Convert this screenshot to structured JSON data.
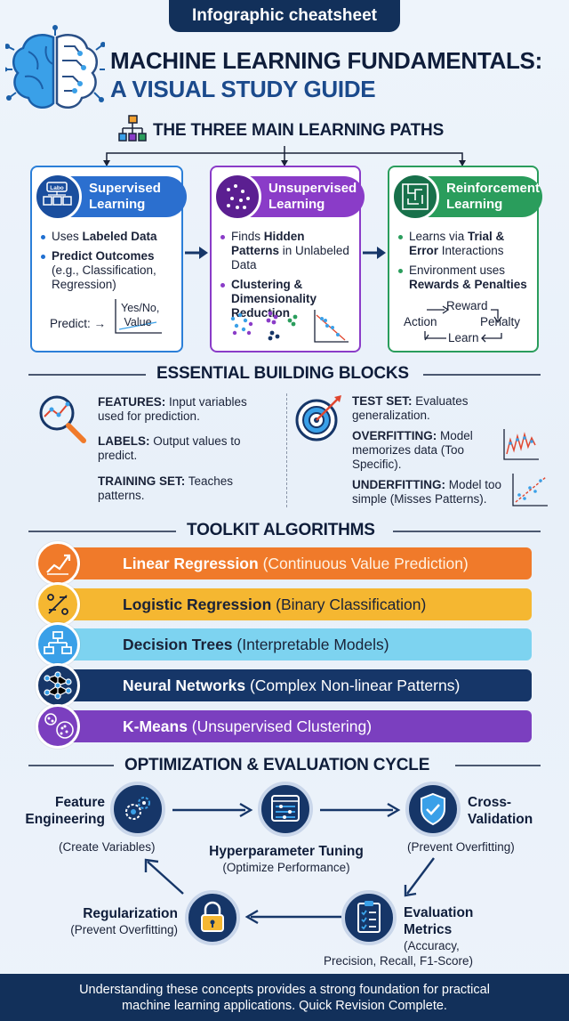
{
  "top_tag": "Infographic cheatsheet",
  "title": {
    "line1": "MACHINE LEARNING FUNDAMENTALS:",
    "line2": "A VISUAL STUDY GUIDE"
  },
  "paths": {
    "heading": "THE THREE MAIN LEARNING PATHS",
    "supervised": {
      "title_l1": "Supervised",
      "title_l2": "Learning",
      "icon_label": "Labo",
      "b1_pre": "Uses ",
      "b1_bold": "Labeled Data",
      "b2_bold": "Predict Outcomes",
      "b2_rest": "(e.g., Classification, Regression)",
      "predict_label": "Predict:",
      "arrow": "→",
      "yes_no": "Yes/No,",
      "value": "Value"
    },
    "unsupervised": {
      "title_l1": "Unsupervised",
      "title_l2": "Learning",
      "b1_pre": "Finds ",
      "b1_bold": "Hidden Patterns",
      "b1_rest": " in Unlabeled Data",
      "b2_bold": "Clustering & Dimensionality Reduction"
    },
    "reinforcement": {
      "title_l1": "Reinforcement",
      "title_l2": "Learning",
      "b1_pre": "Learns via ",
      "b1_bold": "Trial & Error",
      "b1_rest": " Interactions",
      "b2_pre": "Environment uses ",
      "b2_bold": "Rewards & Penalties",
      "reward": "Reward",
      "action": "Action",
      "penalty": "Penalty",
      "learn": "Learn"
    }
  },
  "blocks": {
    "heading": "ESSENTIAL BUILDING BLOCKS",
    "features_k": "FEATURES:",
    "features_v": " Input variables used for prediction.",
    "labels_k": "LABELS:",
    "labels_v": " Output values to predict.",
    "training_k": "TRAINING SET:",
    "training_v": " Teaches patterns.",
    "test_k": "TEST SET:",
    "test_v": " Evaluates generalization.",
    "over_k": "OVERFITTING:",
    "over_v": " Model memorizes data (Too Specific).",
    "under_k": "UNDERFITTING:",
    "under_v": " Model too simple (Misses Patterns)."
  },
  "toolkit": {
    "heading": "TOOLKIT ALGORITHMS",
    "items": [
      {
        "name": "Linear Regression",
        "desc": " (Continuous Value Prediction)"
      },
      {
        "name": "Logistic Regression",
        "desc": " (Binary Classification)"
      },
      {
        "name": "Decision Trees",
        "desc": " (Interpretable Models)"
      },
      {
        "name": "Neural Networks",
        "desc": " (Complex Non-linear Patterns)"
      },
      {
        "name": "K-Means",
        "desc": " (Unsupervised Clustering)"
      }
    ],
    "colors": [
      "#f07a2a",
      "#f5b731",
      "#7dd3f0",
      "#163668",
      "#7b3fbf"
    ]
  },
  "cycle": {
    "heading": "OPTIMIZATION & EVALUATION CYCLE",
    "fe_l1": "Feature",
    "fe_l2": "Engineering",
    "fe_sub": "(Create Variables)",
    "hp": "Hyperparameter Tuning",
    "hp_sub": "(Optimize Performance)",
    "cv_l1": "Cross-",
    "cv_l2": "Validation",
    "cv_sub": "(Prevent Overfitting)",
    "reg": "Regularization",
    "reg_sub": "(Prevent Overfitting)",
    "em_l1": "Evaluation",
    "em_l2": "Metrics",
    "em_sub1": "(Accuracy,",
    "em_sub2": "Precision, Recall, F1-Score)"
  },
  "footer": {
    "line1": "Understanding these concepts provides a strong foundation for practical",
    "line2": "machine learning applications. Quick Revision Complete."
  }
}
